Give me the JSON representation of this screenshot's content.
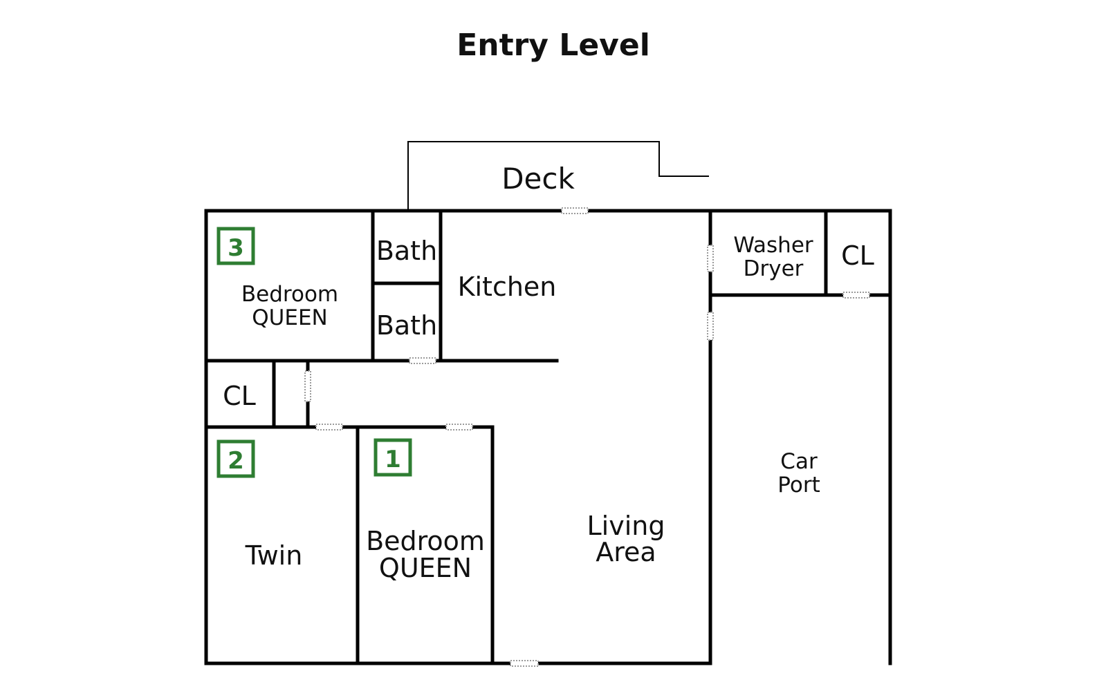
{
  "title": "Entry Level",
  "colors": {
    "wall": "#000000",
    "badge": "#2e7d32",
    "door": "#9a9a9a"
  },
  "rooms": {
    "deck": "Deck",
    "bath_upper": "Bath",
    "bath_lower": "Bath",
    "kitchen": "Kitchen",
    "washer_line1": "Washer",
    "washer_line2": "Dryer",
    "cl_right": "CL",
    "cl_left": "CL",
    "bedroom3_line1": "Bedroom",
    "bedroom3_line2": "QUEEN",
    "twin": "Twin",
    "bedroom1_line1": "Bedroom",
    "bedroom1_line2": "QUEEN",
    "living_line1": "Living",
    "living_line2": "Area",
    "carport_line1": "Car",
    "carport_line2": "Port"
  },
  "badges": {
    "bedroom3": "3",
    "bedroom2": "2",
    "bedroom1": "1"
  }
}
